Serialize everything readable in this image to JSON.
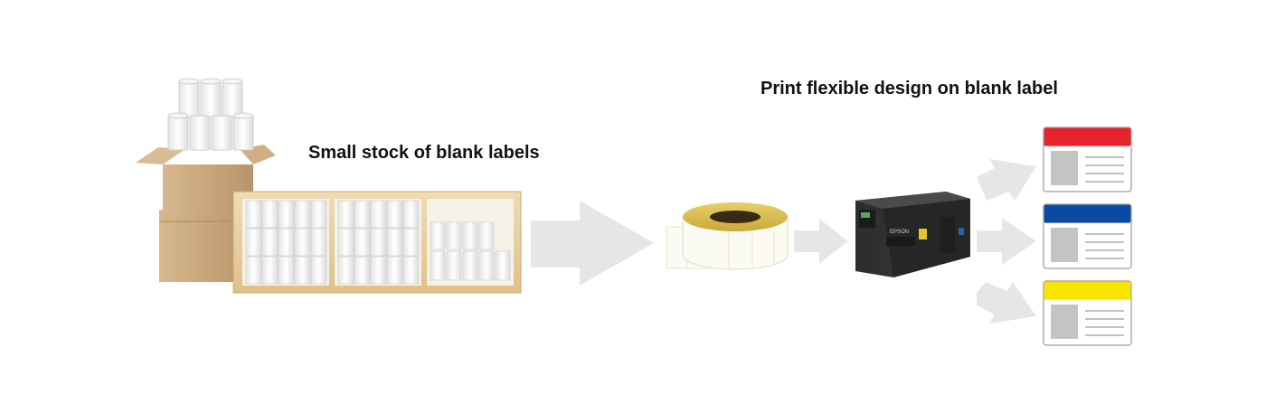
{
  "captions": {
    "stock": "Small stock of blank labels",
    "print": "Print flexible design on blank label"
  },
  "icons": {
    "boxes": "cardboard-boxes-with-label-rolls-icon",
    "shelf": "wooden-shelf-with-label-rolls-icon",
    "roll": "blank-label-roll-icon",
    "printer": "label-printer-icon",
    "labels": "printed-label-card-icon",
    "arrow": "right-arrow-icon"
  },
  "printer": {
    "brand": "EPSON"
  },
  "label_cards": [
    {
      "stripe_color": "#e8222a"
    },
    {
      "stripe_color": "#0b4aa2"
    },
    {
      "stripe_color": "#f7e500"
    }
  ],
  "colors": {
    "arrow": "#e6e6e6",
    "wood": "#ead2a4",
    "cardboard": "#c9a77d",
    "label_card_border": "#9a9a9a",
    "label_card_photo": "#c4c4c4"
  }
}
